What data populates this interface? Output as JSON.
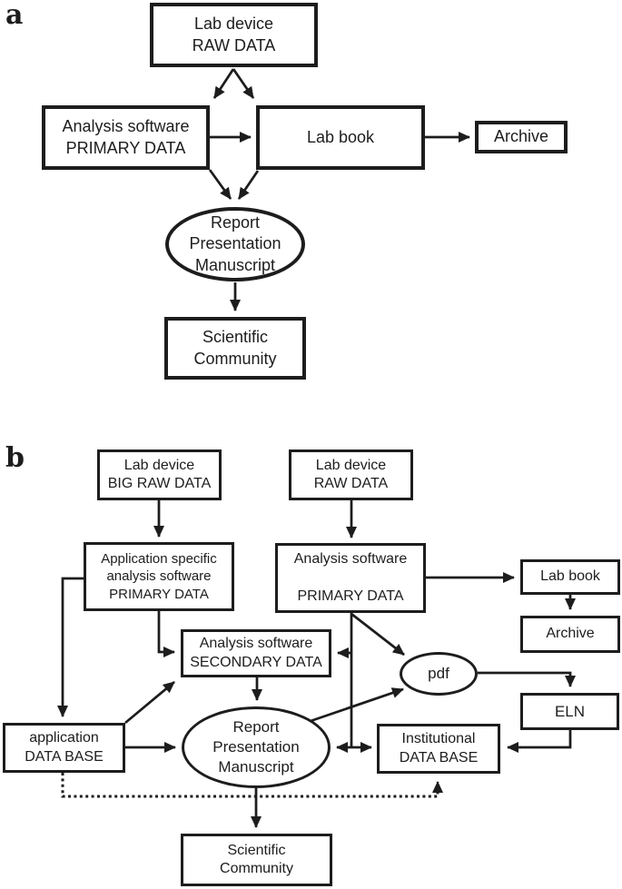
{
  "colors": {
    "ink": "#1d1d1d",
    "background": "#ffffff"
  },
  "panel_a": {
    "label": "a",
    "nodes": {
      "lab_device": "Lab device\nRAW DATA",
      "analysis_software": "Analysis software\nPRIMARY DATA",
      "lab_book": "Lab book",
      "archive": "Archive",
      "report": "Report\nPresentation\nManuscript",
      "scientific_community": "Scientific\nCommunity"
    }
  },
  "panel_b": {
    "label": "b",
    "nodes": {
      "lab_device_big": "Lab device\nBIG RAW DATA",
      "lab_device_raw": "Lab device\nRAW DATA",
      "app_specific": "Application specific\nanalysis software\nPRIMARY DATA",
      "analysis_primary": "Analysis software\n\nPRIMARY DATA",
      "lab_book": "Lab book",
      "archive": "Archive",
      "secondary": "Analysis software\nSECONDARY DATA",
      "pdf": "pdf",
      "eln": "ELN",
      "application_database": "application\nDATA BASE",
      "report": "Report\nPresentation\nManuscript",
      "institutional_database": "Institutional\nDATA BASE",
      "scientific_community": "Scientific\nCommunity"
    }
  }
}
